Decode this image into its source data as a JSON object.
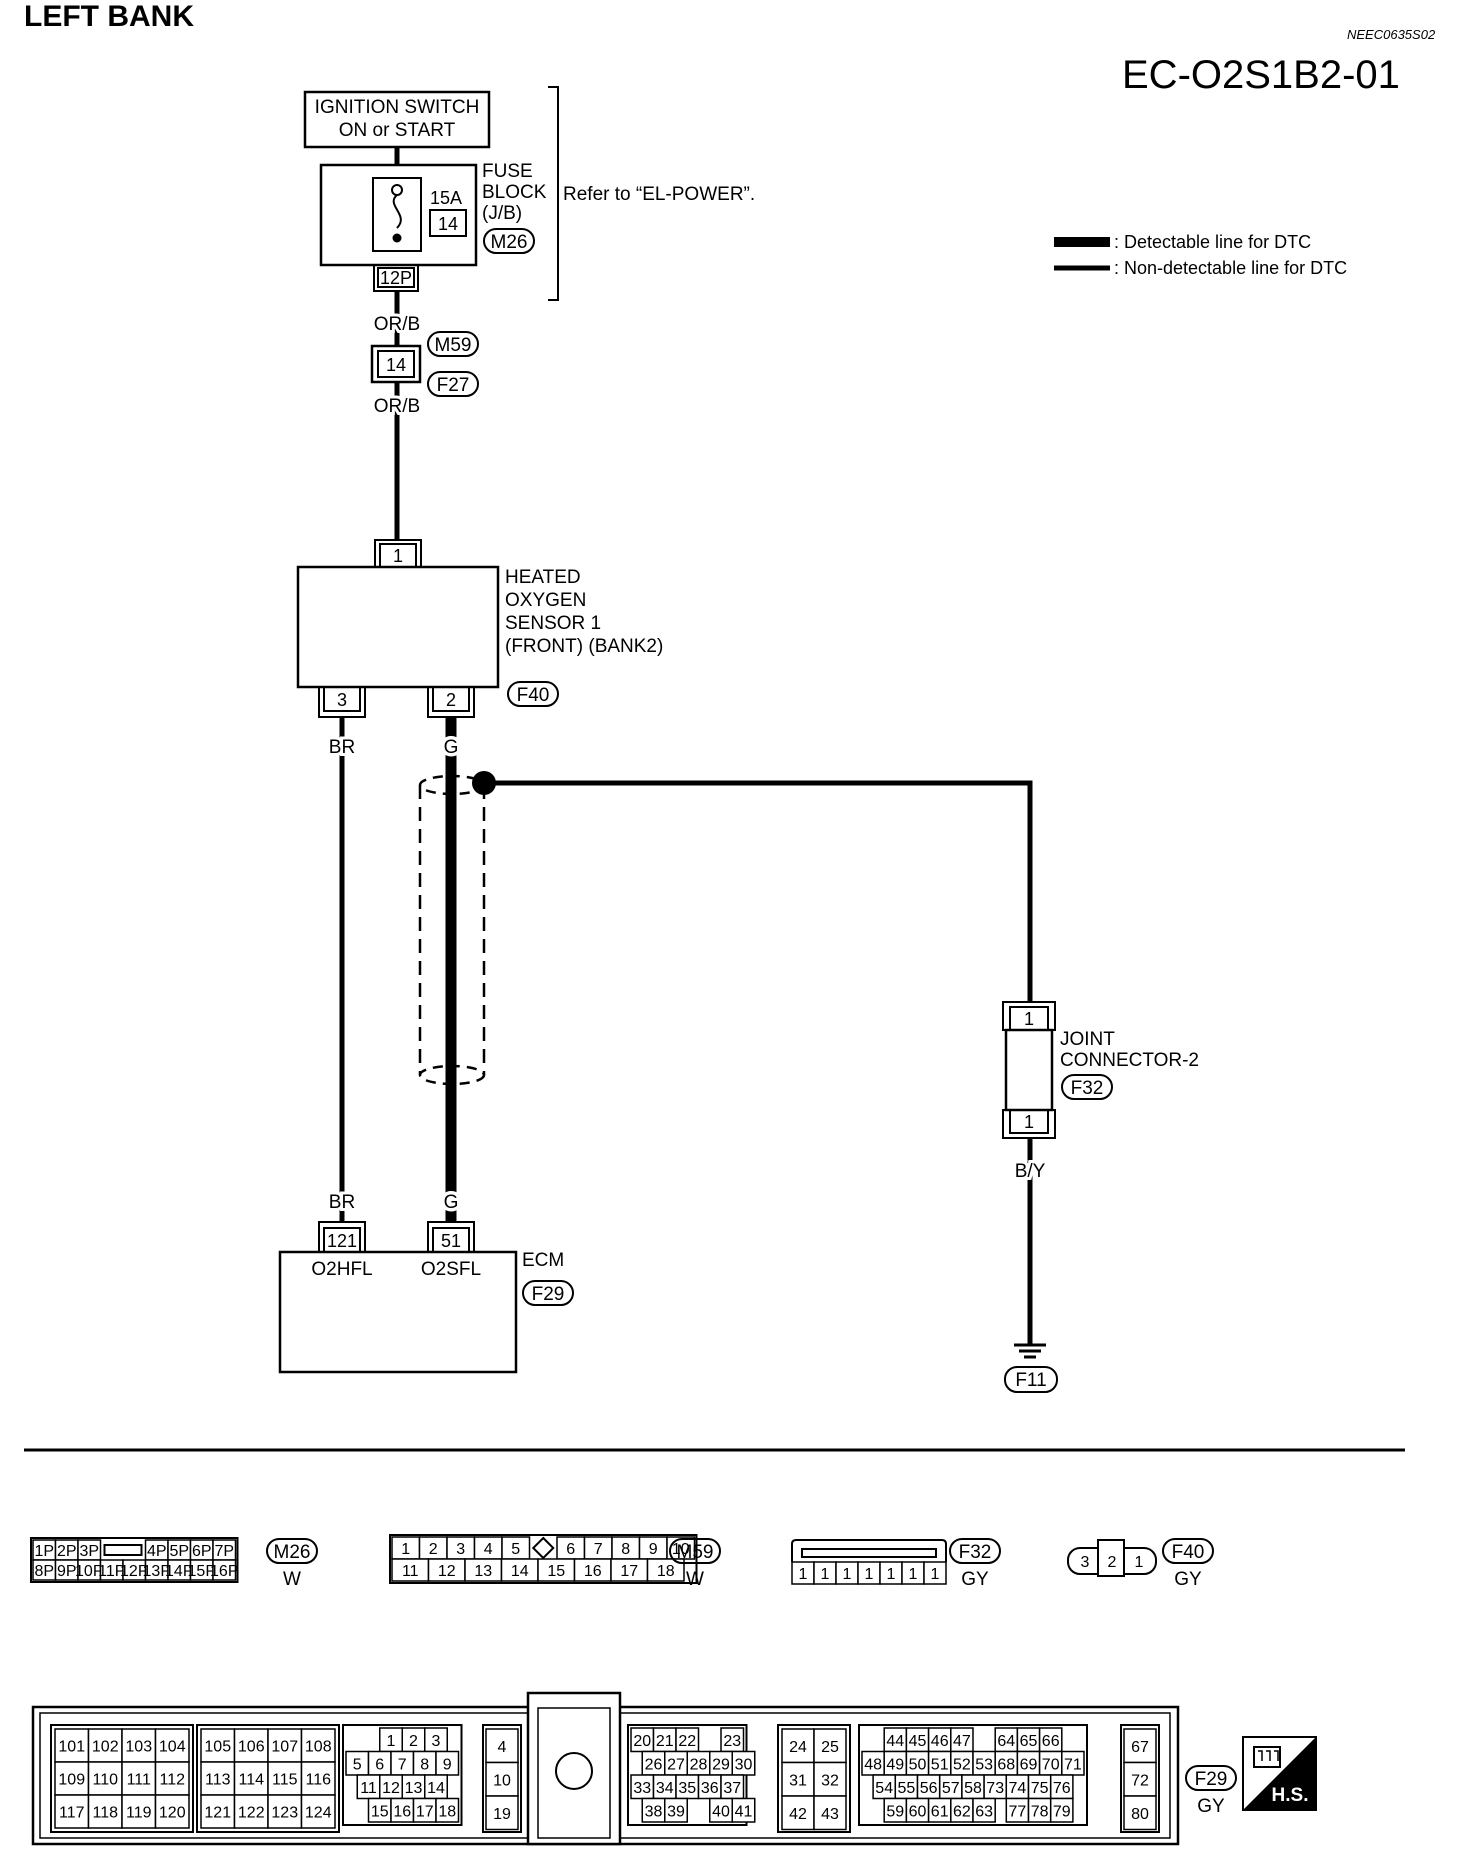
{
  "header": {
    "title": "LEFT BANK",
    "ref_code": "NEEC0635S02",
    "diagram_id": "EC-O2S1B2-01"
  },
  "legend": {
    "detectable": ": Detectable line for DTC",
    "non_detectable": ": Non-detectable line for DTC"
  },
  "ignition": {
    "line1": "IGNITION SWITCH",
    "line2": "ON or START"
  },
  "fuse_block": {
    "line1": "FUSE",
    "line2": "BLOCK",
    "line3": "(J/B)",
    "amp": "15A",
    "num": "14",
    "connector": "M26",
    "pin": "12P",
    "refer": "Refer to “EL-POWER”."
  },
  "wires": {
    "orb_top": "OR/B",
    "orb_bottom": "OR/B",
    "br_top": "BR",
    "g_top": "G",
    "br_bottom": "BR",
    "g_bottom": "G",
    "by": "B/Y"
  },
  "mid_connector": {
    "pin": "14",
    "conn_a": "M59",
    "conn_b": "F27"
  },
  "sensor": {
    "line1": "HEATED",
    "line2": "OXYGEN",
    "line3": "SENSOR 1",
    "line4": "(FRONT) (BANK2)",
    "pin_top": "1",
    "pin_left": "3",
    "pin_right": "2",
    "connector": "F40"
  },
  "joint": {
    "line1": "JOINT",
    "line2": "CONNECTOR-2",
    "connector": "F32",
    "pin_top": "1",
    "pin_bottom": "1"
  },
  "ground": {
    "connector": "F11"
  },
  "ecm": {
    "label": "ECM",
    "connector": "F29",
    "pin_a": "121",
    "pin_b": "51",
    "term_a": "O2HFL",
    "term_b": "O2SFL"
  },
  "conn_views": {
    "m26": {
      "row1": [
        "1P",
        "2P",
        "3P",
        "",
        "4P",
        "5P",
        "6P",
        "7P"
      ],
      "row2": [
        "8P",
        "9P",
        "10P",
        "11P",
        "12P",
        "13P",
        "14P",
        "15P",
        "16P"
      ],
      "label": "M26",
      "color": "W"
    },
    "m59": {
      "row1": [
        "1",
        "2",
        "3",
        "4",
        "5",
        "",
        "6",
        "7",
        "8",
        "9",
        "10"
      ],
      "row2": [
        "11",
        "12",
        "13",
        "14",
        "15",
        "16",
        "17",
        "18"
      ],
      "label": "M59",
      "color": "W"
    },
    "f32": {
      "pins": [
        "1",
        "1",
        "1",
        "1",
        "1",
        "1",
        "1"
      ],
      "label": "F32",
      "color": "GY"
    },
    "f40": {
      "pins": [
        "3",
        "2",
        "1"
      ],
      "label": "F40",
      "color": "GY"
    },
    "f29": {
      "label": "F29",
      "color": "GY",
      "hs": "H.S.",
      "block1": [
        [
          "101",
          "102",
          "103",
          "104"
        ],
        [
          "109",
          "110",
          "111",
          "112"
        ],
        [
          "117",
          "118",
          "119",
          "120"
        ]
      ],
      "block2": [
        [
          "105",
          "106",
          "107",
          "108"
        ],
        [
          "113",
          "114",
          "115",
          "116"
        ],
        [
          "121",
          "122",
          "123",
          "124"
        ]
      ],
      "block3": [
        [
          "1",
          "2",
          "3"
        ],
        [
          "5",
          "6",
          "7",
          "8",
          "9"
        ],
        [
          "11",
          "12",
          "13",
          "14"
        ],
        [
          "15",
          "16",
          "17",
          "18"
        ]
      ],
      "block4": [
        "4",
        "10",
        "19"
      ],
      "block5": [
        [
          "20",
          "21",
          "22",
          "23"
        ],
        [
          "26",
          "27",
          "28",
          "29",
          "30"
        ],
        [
          "33",
          "34",
          "35",
          "36",
          "37"
        ],
        [
          "38",
          "39",
          "40",
          "41"
        ]
      ],
      "block6": [
        [
          "24",
          "25"
        ],
        [
          "31",
          "32"
        ],
        [
          "42",
          "43"
        ]
      ],
      "block7": [
        [
          "44",
          "45",
          "46",
          "47",
          "64",
          "65",
          "66"
        ],
        [
          "48",
          "49",
          "50",
          "51",
          "52",
          "53",
          "68",
          "69",
          "70",
          "71"
        ],
        [
          "54",
          "55",
          "56",
          "57",
          "58",
          "73",
          "74",
          "75",
          "76"
        ],
        [
          "59",
          "60",
          "61",
          "62",
          "63",
          "77",
          "78",
          "79"
        ]
      ],
      "block8": [
        "67",
        "72",
        "80"
      ]
    }
  }
}
